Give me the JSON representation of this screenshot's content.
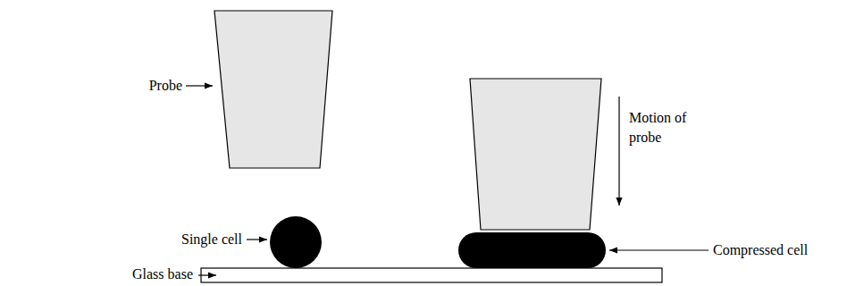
{
  "diagram": {
    "labels": [
      "Probe",
      "Single cell",
      "Glass base",
      "Motion of probe",
      "Compressed cell"
    ]
  }
}
